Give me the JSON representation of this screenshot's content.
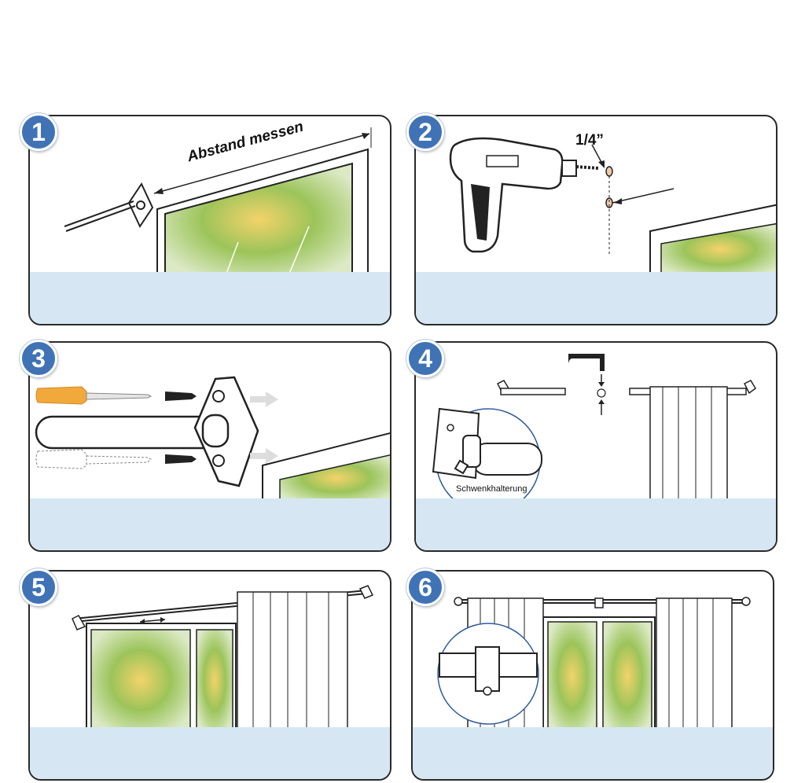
{
  "steps": [
    {
      "number": "1",
      "label": "Abstand messen"
    },
    {
      "number": "2",
      "label": "1/4”"
    },
    {
      "number": "3"
    },
    {
      "number": "4",
      "label": "Schwenkhalterung"
    },
    {
      "number": "5"
    },
    {
      "number": "6"
    }
  ],
  "colors": {
    "badge": "#3f73b5",
    "band": "#d6e7f3",
    "border": "#2a2a2a",
    "plug": "#f2a93b",
    "foliage": "#b9d98a"
  },
  "icons": [
    "drill-icon",
    "screw-icon",
    "wall-plug-icon",
    "bracket-icon",
    "curtain-rod-icon",
    "curtain-icon",
    "window-icon"
  ]
}
